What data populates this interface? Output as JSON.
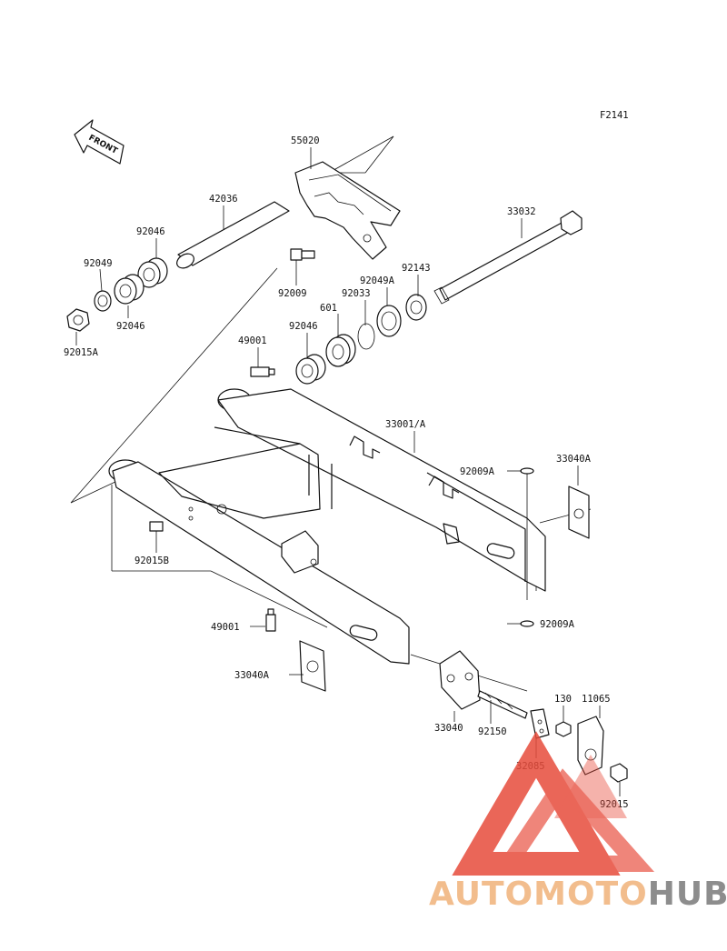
{
  "diagram": {
    "figure_code": "F2141",
    "front_label": "FRONT",
    "parts": [
      {
        "id": "55020",
        "label": "55020"
      },
      {
        "id": "42036",
        "label": "42036"
      },
      {
        "id": "33032",
        "label": "33032"
      },
      {
        "id": "92046a",
        "label": "92046"
      },
      {
        "id": "92049",
        "label": "92049"
      },
      {
        "id": "92046b",
        "label": "92046"
      },
      {
        "id": "92015A",
        "label": "92015A"
      },
      {
        "id": "92009",
        "label": "92009"
      },
      {
        "id": "92143",
        "label": "92143"
      },
      {
        "id": "92049A",
        "label": "92049A"
      },
      {
        "id": "92033",
        "label": "92033"
      },
      {
        "id": "601",
        "label": "601"
      },
      {
        "id": "92046c",
        "label": "92046"
      },
      {
        "id": "49001a",
        "label": "49001"
      },
      {
        "id": "33001A",
        "label": "33001/A"
      },
      {
        "id": "92009Aa",
        "label": "92009A"
      },
      {
        "id": "33040Aa",
        "label": "33040A"
      },
      {
        "id": "92015B",
        "label": "92015B"
      },
      {
        "id": "92009Ab",
        "label": "92009A"
      },
      {
        "id": "49001b",
        "label": "49001"
      },
      {
        "id": "33040Ab",
        "label": "33040A"
      },
      {
        "id": "33040",
        "label": "33040"
      },
      {
        "id": "92150",
        "label": "92150"
      },
      {
        "id": "130",
        "label": "130"
      },
      {
        "id": "11065",
        "label": "11065"
      },
      {
        "id": "32085",
        "label": "32085"
      },
      {
        "id": "92015",
        "label": "92015"
      }
    ]
  },
  "watermark": {
    "part1": "AUTOMOTO",
    "part2": "HUB",
    "color1": "#f0b27a",
    "color2": "#7a7a7a",
    "triangle_color": "#e74c3c"
  }
}
